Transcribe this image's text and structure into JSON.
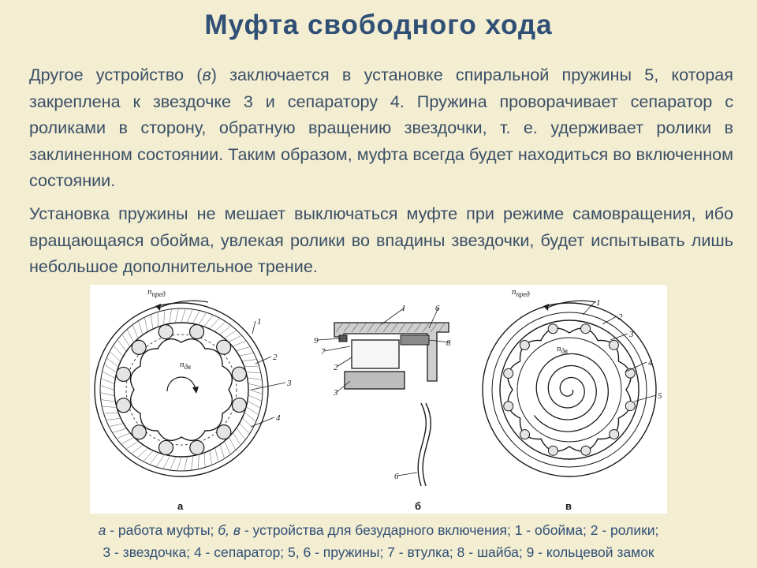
{
  "title": "Муфта свободного хода",
  "paragraph1": {
    "t1": "Другое устройство (",
    "t2": "в",
    "t3": ") заключается в установке спиральной пружины 5, которая закреплена к звездочке 3 и сепаратору 4. Пружина проворачивает сепаратор с роликами в сторону, обратную вращению звездочки, т. е. удерживает ролики в заклиненном состоянии. Таким образом, муфта всегда будет находиться во включенном состоянии."
  },
  "paragraph2": "Установка пружины не мешает выключаться муфте при режиме самовращения, ибо вращающаяся обойма, увлекая ролики во впадины звездочки, будет испытывать лишь небольшое дополнительное трение.",
  "figure": {
    "panel_a": {
      "label": "а",
      "n_pred": "n",
      "n_pred_sub": "пред",
      "n_dv": "n",
      "n_dv_sub": "дв",
      "parts": [
        "1",
        "2",
        "3",
        "4"
      ]
    },
    "panel_b": {
      "label": "б",
      "parts": [
        "1",
        "6",
        "9",
        "7",
        "8",
        "2",
        "3",
        "6"
      ]
    },
    "panel_v": {
      "label": "в",
      "n_pred": "n",
      "n_pred_sub": "пред",
      "n_dv": "n",
      "n_dv_sub": "дв",
      "parts": [
        "1",
        "2",
        "3",
        "4",
        "5"
      ]
    }
  },
  "caption": {
    "line1": {
      "a": "а",
      "a_text": " - работа муфты; ",
      "bv": "б, в",
      "bv_text": " - устройства для безударного включения; 1 - обойма; 2 - ролики;"
    },
    "line2": "3 - звездочка; 4 - сепаратор; 5, 6 - пружины; 7 - втулка; 8 - шайба; 9 - кольцевой замок"
  }
}
